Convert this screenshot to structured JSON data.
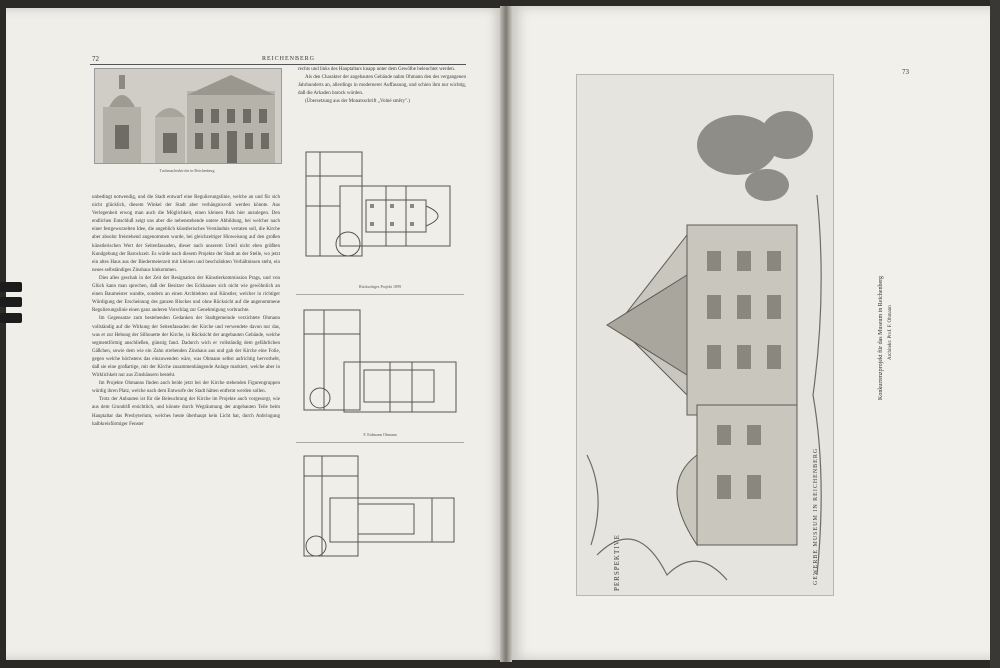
{
  "left_page": {
    "page_number": "72",
    "running_head": "REICHENBERG",
    "top_figure_caption": "Tuchmacherkirche in Reichenberg",
    "paragraphs": [
      "unbedingt notwendig, und die Stadt entwarf eine Regulierungslinie, welche an und für sich nicht glücklich, diesem Winkel der Stadt aber verhängnisvoll werden könnte. Aus Verlegenheit erwog man auch die Möglichkeit, einen kleinen Park hier anzulegen. Den endlichen Entschluß zeigt uns aber die nebenstehende untere Abbildung, bei welcher nach einer festgewurzelten Idee, die angeblich künstlerisches Verständnis verraten soll, die Kirche aber absolut freistehend angenommen wurde, bei gleichzeitiger Hinweisung auf den großen künstlerischen Wert der Seitenfassaden, dieser nach unserem Urteil nicht eben größten Kundgebung der Barockzeit. Es würde nach diesem Projekte der Stadt an der Stelle, wo jetzt ein altes Haus aus der Biedermeierzeit mit kleinen und beschränkten Verhältnissen steht, ein neues selbständiges Zinshaus hinkommen.",
      "Dies alles geschah in der Zeit der Resignation der Künstlerkommission Prags, und von Glück kann man sprechen, daß der Besitzer des Eckhauses sich nicht wie gewöhnlich an einen Baumeister wandte, sondern an einen Architekten und Künstler, welcher in richtiger Würdigung der Erscheinung des ganzen Blockes und ohne Rücksicht auf die angenommene Regulierungslinie einen ganz anderen Vorschlag zur Genehmigung vorbrachte.",
      "Im Gegensatze zum bestehenden Gedanken der Stadtgemeinde verzichtete Ohmann vollständig auf die Wirkung der Seitenfassaden der Kirche und verwendete davon nur das, was er zur Hebung der Silhouette der Kirche, in Rücksicht der angebauten Gebäude, welche segmentförmig anschließen, günstig fand. Dadurch wich er vollständig dem gefährlichen Gäßchen, sowie dem wie ein Zahn strebenden Zinshaus aus und gab der Kirche eine Folie, gegen welche höchstens das einzuwenden wäre, was Ohmann selbst aufrichtig hervorhebt, daß sie eine großartige, mit der Kirche zusammenhängende Anlage markiert, welche aber in Wirklichkeit nur aus Zinshäusern besteht.",
      "Im Projekte Ohmanns finden auch beide jetzt bei der Kirche stehenden Figurengruppen würdig ihren Platz, welche nach dem Entwurfe der Stadt hätten entfernt werden sollen.",
      "Trotz der Anbauten ist für die Beleuchtung der Kirche im Projekte auch vorgesorgt, wie aus dem Grundriß ersichtlich, und könnte durch Wegräumung der angebauten Teile beim Hauptaltar das Presbyterium, welches heute überhaupt kein Licht hat, durch Anbringung halbkreisförmiger Fenster"
    ],
    "right_column_paragraphs": [
      "rechts und links des Hauptaltars knapp unter dem Gewölbe beleuchtet werden.",
      "Als den Charakter der angebauten Gebäude nahm Ohmann den des vergangenen Jahrhunderts an, allerdings in modernerer Auffassung, und schien ihm nur wichtig, daß die Arkaden barock würden.",
      "(Übersetzung aus der Monatsschrift „Volné směry\".)"
    ],
    "plan_captions": [
      "Rückseitiges Projekt 1899",
      "F. Erdmann Ohmann",
      ""
    ]
  },
  "right_page": {
    "page_number": "73",
    "plate_lettering": "PERSPEKTIVE",
    "plate_title_lettering": "GEWERBE MUSEUM IN REICHENBERG",
    "side_caption": "Konkurrenzprojekt für das Museum in Reichenberg",
    "side_caption_sub": "Architekt: Prof. F. Ohmann"
  }
}
